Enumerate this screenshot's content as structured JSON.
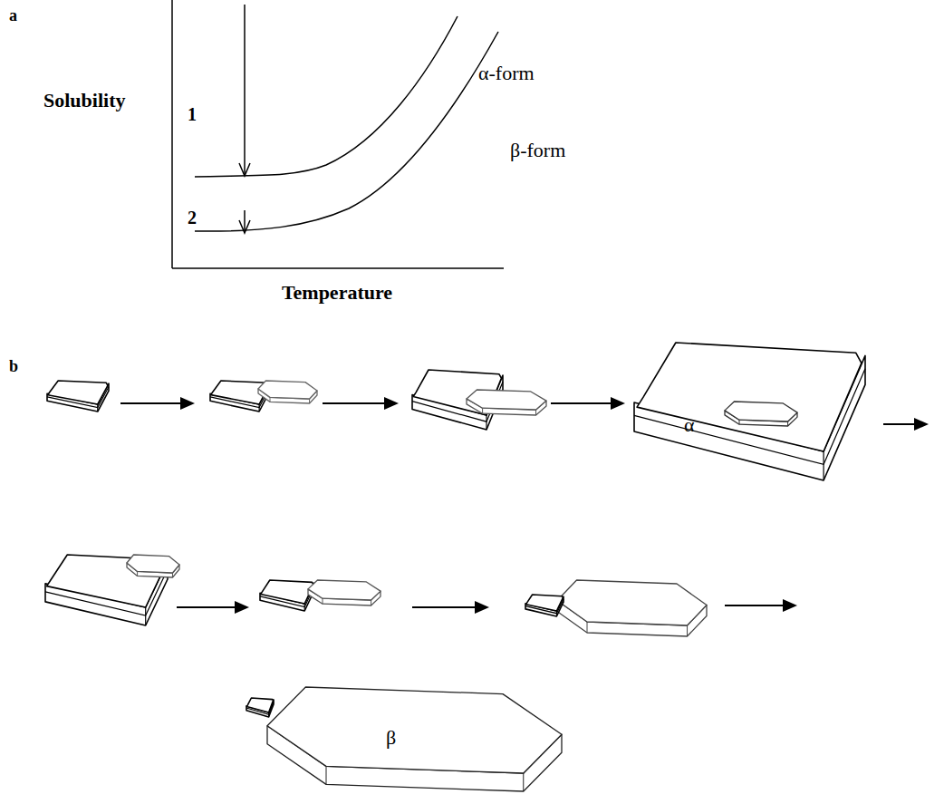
{
  "diagram": {
    "labels": [
      "a",
      "Solubility",
      "1",
      "2",
      "α-form",
      "β-form",
      "Temperature",
      "b",
      "α",
      "β"
    ]
  }
}
